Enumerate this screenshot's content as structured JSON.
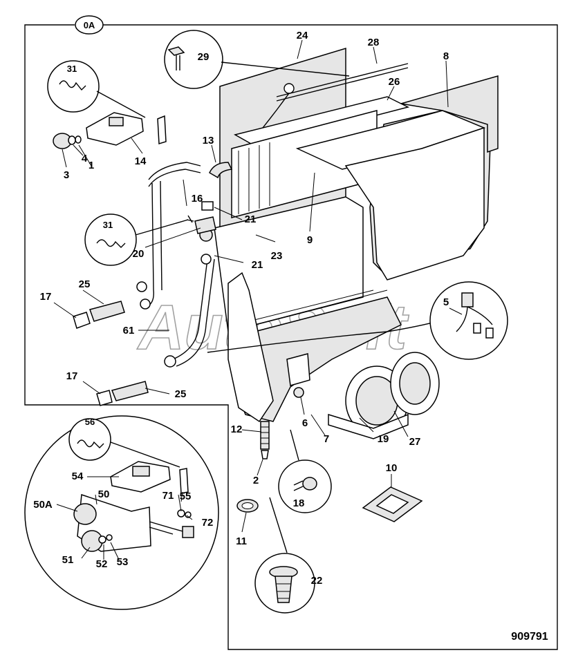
{
  "drawing": {
    "section_label": "0A",
    "reference_number": "909791",
    "watermark": "AutoSoft"
  },
  "callouts": {
    "c1": "1",
    "c2": "2",
    "c3": "3",
    "c4": "4",
    "c5": "5",
    "c6": "6",
    "c7": "7",
    "c8": "8",
    "c9": "9",
    "c10": "10",
    "c11": "11",
    "c12": "12",
    "c13": "13",
    "c14": "14",
    "c16": "16",
    "c17a": "17",
    "c17b": "17",
    "c18": "18",
    "c19": "19",
    "c20": "20",
    "c21a": "21",
    "c21b": "21",
    "c22": "22",
    "c23": "23",
    "c24": "24",
    "c25a": "25",
    "c25b": "25",
    "c26": "26",
    "c27": "27",
    "c28": "28",
    "c29": "29",
    "c31a": "31",
    "c31b": "31",
    "c50": "50",
    "c50a": "50A",
    "c51": "51",
    "c52": "52",
    "c53": "53",
    "c54": "54",
    "c55": "55",
    "c56": "56",
    "c61": "61",
    "c71": "71",
    "c72": "72"
  }
}
